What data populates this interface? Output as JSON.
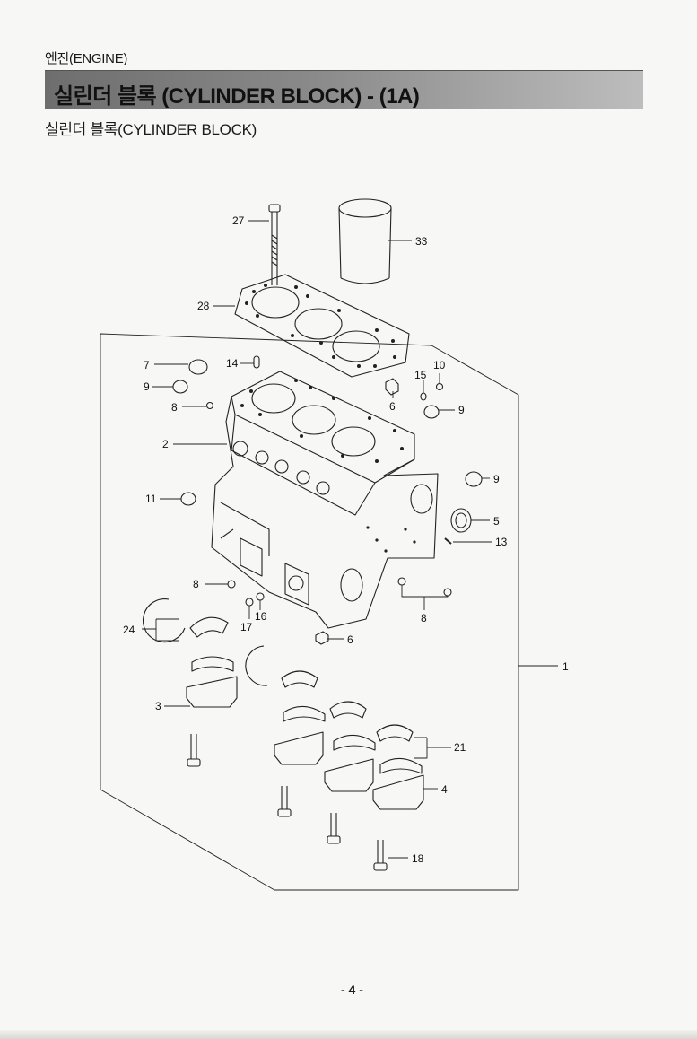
{
  "header": {
    "section": "엔진(ENGINE)",
    "title": "실린더 블록 (CYLINDER BLOCK) - (1A)",
    "subtitle": "실린더 블록(CYLINDER BLOCK)"
  },
  "diagram": {
    "callouts": [
      "27",
      "33",
      "28",
      "7",
      "14",
      "15",
      "10",
      "9",
      "6",
      "9",
      "8",
      "2",
      "9",
      "11",
      "5",
      "13",
      "8",
      "16",
      "17",
      "8",
      "24",
      "6",
      "1",
      "3",
      "21",
      "4",
      "18"
    ]
  },
  "footer": {
    "page": "- 4 -"
  }
}
